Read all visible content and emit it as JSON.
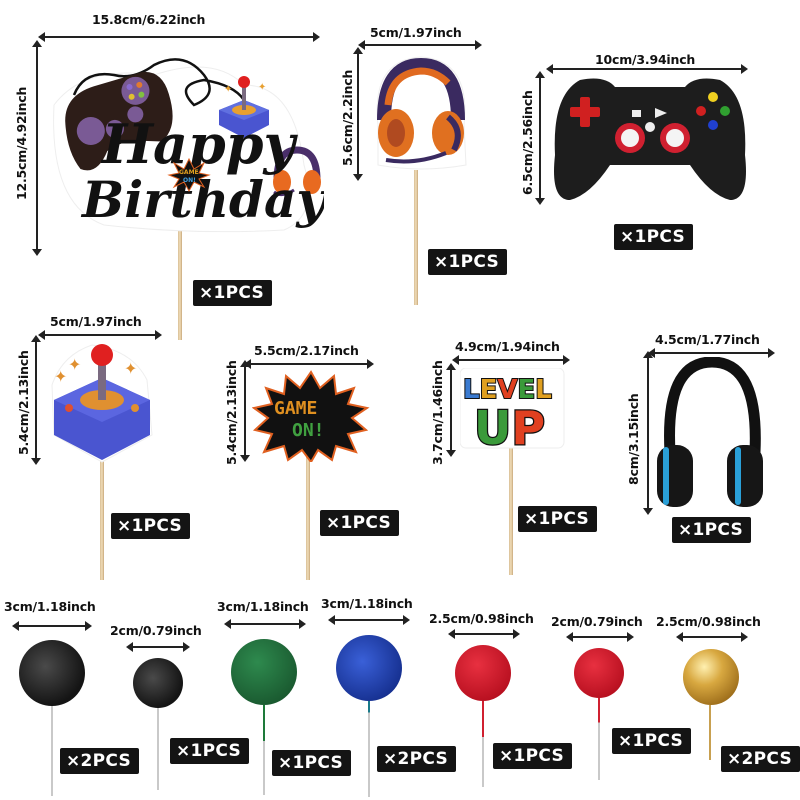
{
  "items": [
    {
      "name": "Happy Birthday cake topper",
      "width": "15.8cm/6.22inch",
      "height": "12.5cm/4.92inch",
      "qty": "×1PCS",
      "text_line1": "Happy",
      "text_line2": "Birthday",
      "badge": "GAME ON!"
    },
    {
      "name": "Headset cupcake topper",
      "width": "5cm/1.97inch",
      "height": "5.6cm/2.2inch",
      "qty": "×1PCS"
    },
    {
      "name": "Game controller decoration",
      "width": "10cm/3.94inch",
      "height": "6.5cm/2.56inch",
      "qty": "×1PCS"
    },
    {
      "name": "Joystick cupcake topper",
      "width": "5cm/1.97inch",
      "height": "5.4cm/2.13inch",
      "qty": "×1PCS"
    },
    {
      "name": "Game On cupcake topper",
      "width": "5.5cm/2.17inch",
      "height": "5.4cm/2.13inch",
      "qty": "×1PCS",
      "text_line1": "GAME",
      "text_line2": "ON!"
    },
    {
      "name": "Level Up cupcake topper",
      "width": "4.9cm/1.94inch",
      "height": "3.7cm/1.46inch",
      "qty": "×1PCS",
      "text_line1": "LEVEL",
      "text_line2": "UP"
    },
    {
      "name": "Headphones decoration",
      "width": "4.5cm/1.77inch",
      "height": "8cm/3.15inch",
      "qty": "×1PCS"
    }
  ],
  "balls": [
    {
      "name": "Black glitter ball large",
      "size": "3cm/1.18inch",
      "qty": "×2PCS",
      "color": "#1c1c1c"
    },
    {
      "name": "Black glitter ball small",
      "size": "2cm/0.79inch",
      "qty": "×1PCS",
      "color": "#1e1e1e"
    },
    {
      "name": "Green ball",
      "size": "3cm/1.18inch",
      "qty": "×1PCS",
      "color": "#1f6a3a"
    },
    {
      "name": "Blue glitter ball",
      "size": "3cm/1.18inch",
      "qty": "×2PCS",
      "color": "#1f3fa8"
    },
    {
      "name": "Red ball large",
      "size": "2.5cm/0.98inch",
      "qty": "×1PCS",
      "color": "#d0182a"
    },
    {
      "name": "Red ball small",
      "size": "2cm/0.79inch",
      "qty": "×1PCS",
      "color": "#d0182a"
    },
    {
      "name": "Gold pearl ball",
      "size": "2.5cm/0.98inch",
      "qty": "×2PCS",
      "color": "#c9982e"
    }
  ]
}
